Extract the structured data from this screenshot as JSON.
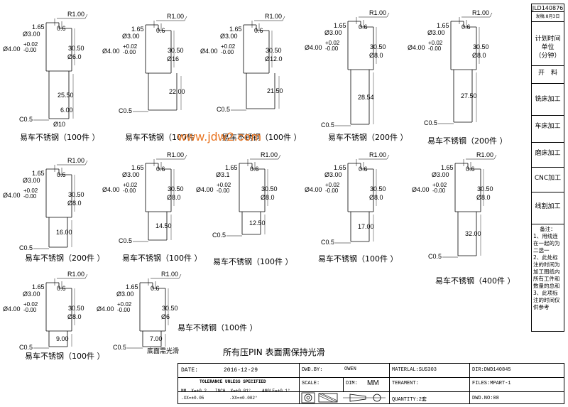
{
  "doc_number": "JLD140876",
  "doc_sub": "发稿:8月3日",
  "watermark": "www.jdw2.com",
  "note": "所有压PIN 表面需保持光滑",
  "bottom_note": "底面需光滑",
  "common": {
    "r": "R1.00",
    "d165": "1.65",
    "d06": "0.6",
    "d3": "Ø3.00",
    "d31": "Ø3.1",
    "d4": "Ø4.00",
    "tol_up": "+0.02",
    "tol_dn": "-0.00",
    "len": "30.50",
    "c05": "C0.5"
  },
  "parts": [
    {
      "d3": "Ø3.00",
      "body": "25.50",
      "sub": "6.00",
      "mid": "Ø6.0",
      "bot": "Ø10",
      "cap": "易车不锈钢（100件 ）"
    },
    {
      "d3": "Ø3.00",
      "body": "22.00",
      "mid": "Ø16",
      "cap": "易车不锈钢（100件"
    },
    {
      "d3": "Ø3.00",
      "body": "21.50",
      "mid": "Ø12.0",
      "cap": "易车不锈钢（100件 ）"
    },
    {
      "d3": "Ø3.00",
      "body": "28.54",
      "mid": "Ø8.0",
      "cap": "易车不锈钢（200件 ）"
    },
    {
      "d3": "Ø3.00",
      "body": "27.50",
      "mid": "Ø8.0",
      "cap": "易车不锈钢（200件 ）"
    },
    {
      "d3": "Ø3.00",
      "body": "16.00",
      "mid": "Ø8.0",
      "cap": "易车不锈钢（200件 ）"
    },
    {
      "d3": "Ø3.00",
      "body": "14.50",
      "mid": "Ø8.0",
      "cap": "易车不锈钢（100件 ）"
    },
    {
      "d3": "Ø3.1",
      "body": "12.50",
      "mid": "Ø8.0",
      "cap": "易车不锈钢（100件 ）"
    },
    {
      "d3": "Ø3.00",
      "body": "17.00",
      "mid": "Ø8.0",
      "cap": "易车不锈钢（100件 ）"
    },
    {
      "d3": "Ø3.00",
      "body": "32.00",
      "mid": "Ø8.0",
      "cap": "易车不锈钢（400件 ）"
    },
    {
      "d3": "Ø3.00",
      "body": "9.00",
      "mid": "Ø8.0",
      "cap": "易车不锈钢（100件 ）"
    },
    {
      "d3": "Ø3.00",
      "body": "7.00",
      "mid": "Ø6",
      "cap": "易车不锈钢（100件 ）"
    }
  ],
  "right_column": [
    "计划时间",
    "单位",
    "（分钟）",
    "开　料",
    "铣床加工",
    "车床加工",
    "磨床加工",
    "CNC加工",
    "线割加工",
    "备注：",
    "1、用线连在一起的为二选一　2、此处标注的时间为加工图纸内所有工件和数量的总和　3、此项标注的时间仅供参考"
  ],
  "title_block": {
    "date_label": "DATE:",
    "date": "2016-12-29",
    "dwd_by_label": "DWD.BY:",
    "dwd_by": "OWEN",
    "material": "MATERLAL:SUS303",
    "dir": "DIR:DWD140845",
    "tolerance": "TOLERANCE UNLESS SPECIFIED",
    "tol_mm": "MM .X=±0.2",
    "tol_inch": "INCH .X=±0.01°",
    "tol_angle": "ANGLE=±0.1°",
    "tol_xx": ".XX=±0.05",
    "tol_xxx": ".XX=±0.002°",
    "scale_label": "SCALE:",
    "dim_label": "DIM:",
    "dim": "MM",
    "terament": "TERAMENT:",
    "files": "FILES:MPART-1",
    "quantity": "QUANTITY:2套",
    "dwd_no": "DWD.NO:08"
  }
}
